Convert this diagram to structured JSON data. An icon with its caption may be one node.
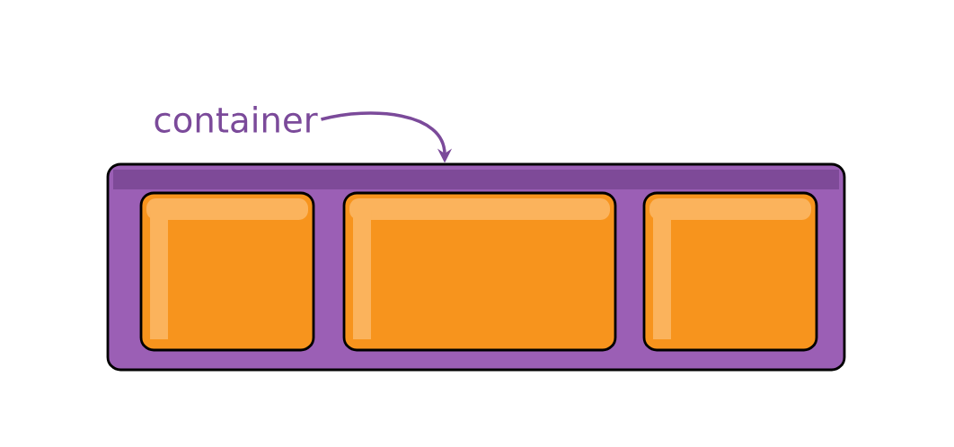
{
  "diagram": {
    "nodes": [
      {
        "text": [
          "container"
        ]
      },
      {
        "text": [],
        "shape": "box"
      },
      {
        "text": [],
        "shape": "box",
        "in": 1
      },
      {
        "text": [],
        "shape": "box",
        "in": 1
      },
      {
        "text": [],
        "shape": "box",
        "in": 1
      }
    ],
    "edges": [
      {
        "from": 0,
        "to": 1,
        "arrow": "to"
      }
    ]
  }
}
